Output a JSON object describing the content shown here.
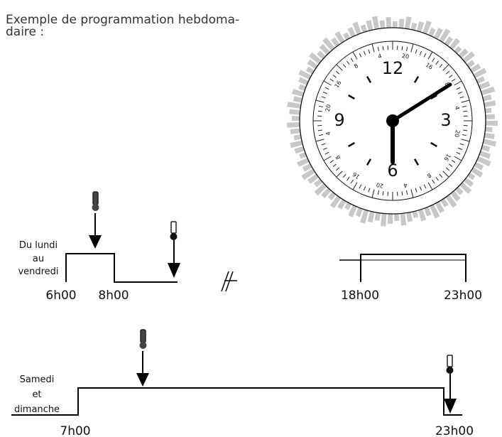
{
  "caption": "Exemple de programmation hebdoma-\ndaire :",
  "dial": {
    "hour_labels": [
      "12",
      "3",
      "6",
      "9"
    ],
    "ring_small_numbers": [
      "20",
      "16",
      "8",
      "4"
    ],
    "segment_fill": "#c8c8c8",
    "marker_fill": "#555555"
  },
  "weekday": {
    "label_lines": [
      "Du lundi",
      "au",
      "vendredi"
    ],
    "times": [
      "6h00",
      "8h00",
      "18h00",
      "23h00"
    ]
  },
  "weekend": {
    "label_lines": [
      "Samedi",
      "et",
      "dimanche"
    ],
    "times": [
      "7h00",
      "23h00"
    ]
  }
}
